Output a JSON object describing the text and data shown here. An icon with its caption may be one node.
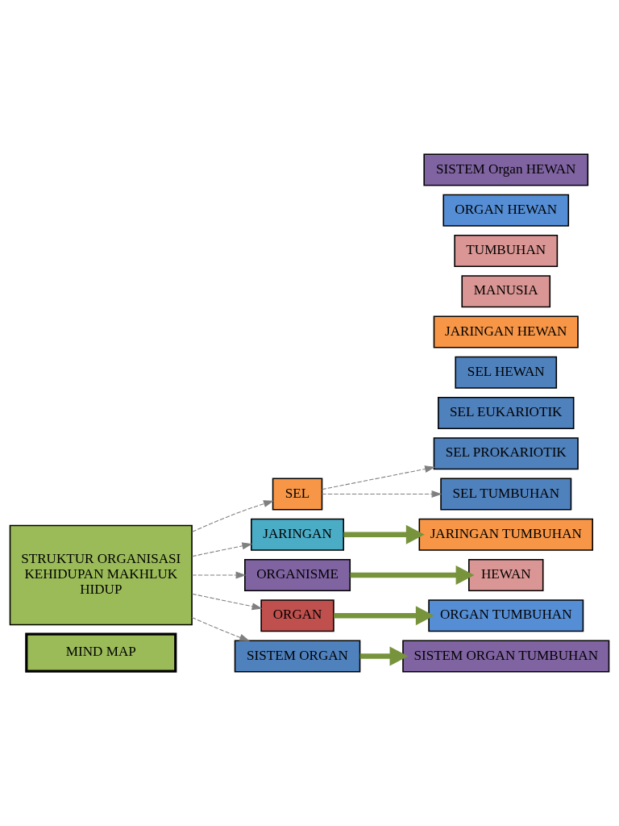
{
  "diagram": {
    "nodes": [
      {
        "text": [
          "MIND MAP"
        ]
      },
      {
        "text": [
          "STRUKTUR ORGANISASI KEHIDUPAN MAKHLUK HIDUP"
        ]
      },
      {
        "text": [
          "SEL"
        ]
      },
      {
        "text": [
          "SEL PROKARIOTIK"
        ]
      },
      {
        "text": [
          "SEL EUKARIOTIK"
        ]
      },
      {
        "text": [
          "SEL HEWAN"
        ]
      },
      {
        "text": [
          "SEL TUMBUHAN"
        ]
      },
      {
        "text": [
          "JARINGAN"
        ]
      },
      {
        "text": [
          "JARINGAN HEWAN"
        ]
      },
      {
        "text": [
          "JARINGAN TUMBUHAN"
        ]
      },
      {
        "text": [
          "ORGANISME"
        ]
      },
      {
        "text": [
          "MANUSIA"
        ]
      },
      {
        "text": [
          "HEWAN"
        ]
      },
      {
        "text": [
          "TUMBUHAN"
        ]
      },
      {
        "text": [
          "ORGAN"
        ]
      },
      {
        "text": [
          "SISTEM ORGAN"
        ]
      },
      {
        "text": [
          "ORGAN HEWAN"
        ]
      },
      {
        "text": [
          "ORGAN TUMBUHAN"
        ]
      },
      {
        "text": [
          "SISTEM Organ HEWAN"
        ]
      },
      {
        "text": [
          "SISTEM ORGAN TUMBUHAN"
        ]
      }
    ],
    "edges": [
      {
        "from": 1,
        "to": 2,
        "arrow": "to",
        "style": "dashed"
      },
      {
        "from": 2,
        "to": 3,
        "arrow": "to",
        "style": "dashed"
      },
      {
        "from": 2,
        "to": 6,
        "arrow": "to",
        "style": "dashed"
      },
      {
        "from": 1,
        "to": 7,
        "arrow": "to",
        "style": "dashed"
      },
      {
        "from": 1,
        "to": 10,
        "arrow": "to",
        "style": "dashed"
      },
      {
        "from": 1,
        "to": 14,
        "arrow": "to",
        "style": "dashed"
      },
      {
        "from": 1,
        "to": 15,
        "arrow": "to",
        "style": "dashed"
      },
      {
        "from": 7,
        "to": 9,
        "arrow": "to",
        "style": "thick",
        "color": "#77933c"
      },
      {
        "from": 10,
        "to": 12,
        "arrow": "to",
        "style": "thick",
        "color": "#77933c"
      },
      {
        "from": 14,
        "to": 17,
        "arrow": "to",
        "style": "thick",
        "color": "#77933c"
      },
      {
        "from": 15,
        "to": 19,
        "arrow": "to",
        "style": "thick",
        "color": "#77933c"
      }
    ]
  }
}
